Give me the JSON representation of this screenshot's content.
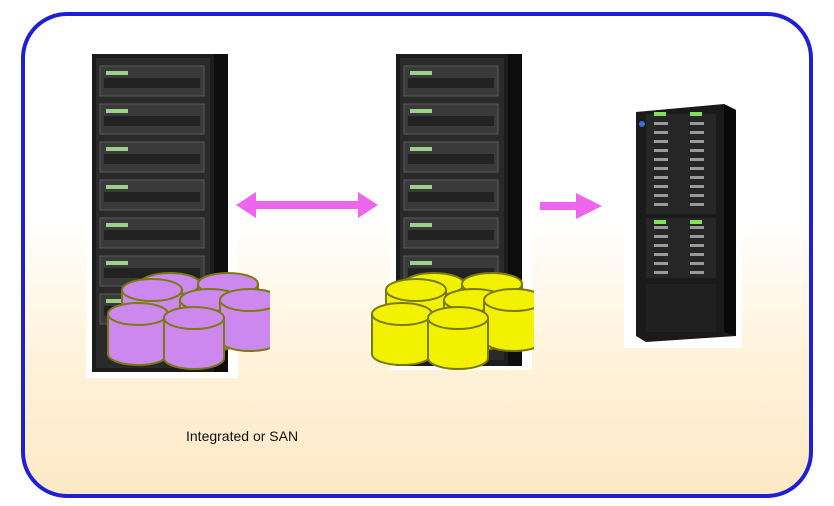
{
  "diagram": {
    "caption": "Integrated or SAN",
    "colors": {
      "frame_border": "#1f1fd6",
      "arrow": "#ee66ee",
      "disk_primary": "#cc88ee",
      "disk_secondary": "#f2f200",
      "disk_outline": "#7a7a10"
    },
    "nodes": [
      {
        "id": "primary-server",
        "icon": "rack-server-icon"
      },
      {
        "id": "primary-disks",
        "icon": "disk-cluster-icon"
      },
      {
        "id": "secondary-server",
        "icon": "rack-server-icon"
      },
      {
        "id": "secondary-disks",
        "icon": "disk-cluster-icon"
      },
      {
        "id": "tape-library",
        "icon": "tape-library-icon"
      }
    ],
    "edges": [
      {
        "from": "primary-server",
        "to": "secondary-server",
        "direction": "bidirectional"
      },
      {
        "from": "secondary-server",
        "to": "tape-library",
        "direction": "forward"
      }
    ]
  }
}
